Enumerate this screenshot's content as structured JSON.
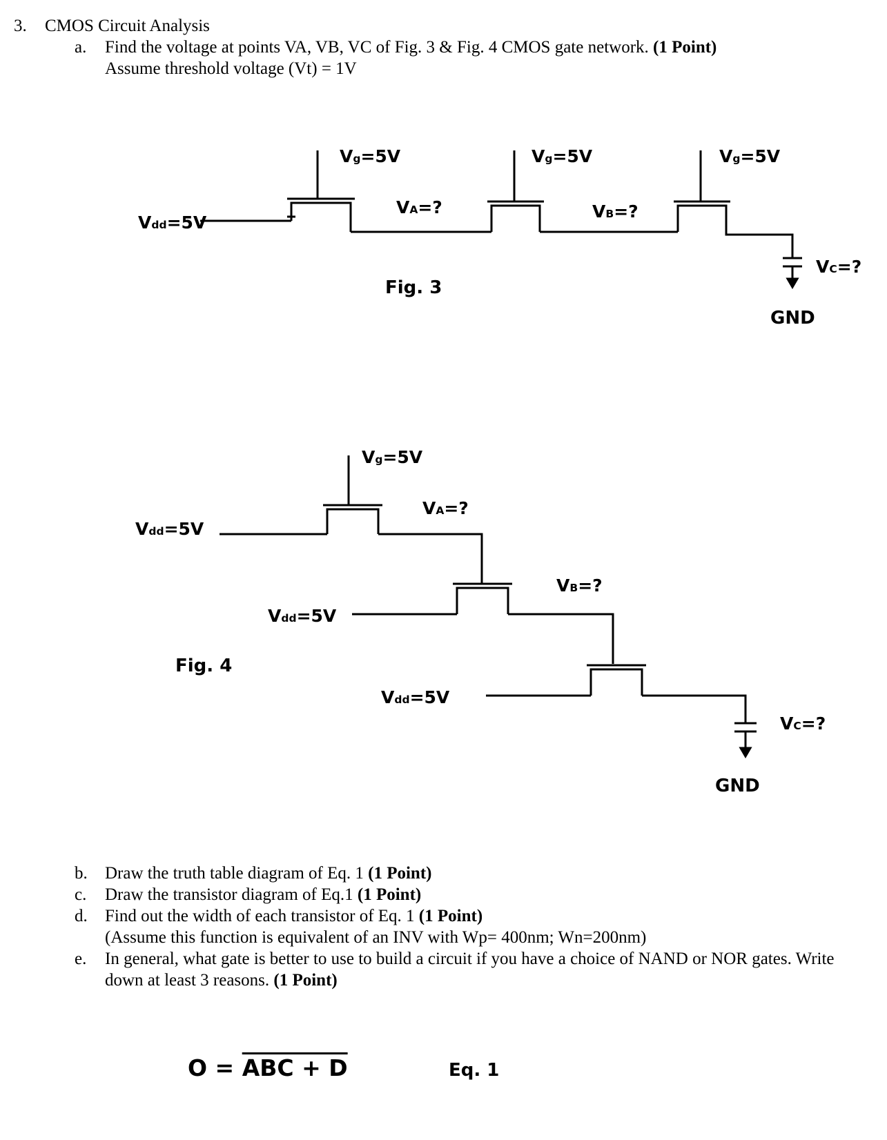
{
  "question": {
    "number": "3.",
    "title": "CMOS Circuit Analysis",
    "parts": [
      {
        "letter": "a.",
        "lines": [
          "Find the voltage at points VA, VB, VC of Fig. 3 & Fig. 4 CMOS gate network.",
          "Assume threshold voltage (Vt) = 1V"
        ],
        "points": "(1 Point)"
      },
      {
        "letter": "b.",
        "lines": [
          "Draw the truth table diagram of Eq. 1"
        ],
        "points": "(1 Point)"
      },
      {
        "letter": "c.",
        "lines": [
          "Draw the transistor diagram of Eq.1"
        ],
        "points": "(1 Point)"
      },
      {
        "letter": "d.",
        "lines": [
          "Find out the width of each transistor of Eq. 1",
          "(Assume this function is equivalent of an INV with Wp= 400nm; Wn=200nm)"
        ],
        "points": "(1 Point)"
      },
      {
        "letter": "e.",
        "lines": [
          "In general, what gate is better to use to build a circuit if you have a choice of NAND or NOR gates. Write",
          "down at least 3 reasons."
        ],
        "points": "(1 Point)"
      }
    ]
  },
  "fig3": {
    "caption": "Fig. 3",
    "vdd": "Vdd=5V",
    "gate_labels": [
      "Vg=5V",
      "Vg=5V",
      "Vg=5V"
    ],
    "node_a": "VA=?",
    "node_b": "VB=?",
    "node_c": "VC=?",
    "gnd": "GND"
  },
  "fig4": {
    "caption": "Fig. 4",
    "gate_label": "Vg=5V",
    "vdd_labels": [
      "Vdd=5V",
      "Vdd=5V",
      "Vdd=5V"
    ],
    "node_a": "VA=?",
    "node_b": "VB=?",
    "node_c": "VC=?",
    "gnd": "GND"
  },
  "equation": {
    "lhs": "O =",
    "rhs_overlined": "ABC + D",
    "label": "Eq. 1"
  }
}
